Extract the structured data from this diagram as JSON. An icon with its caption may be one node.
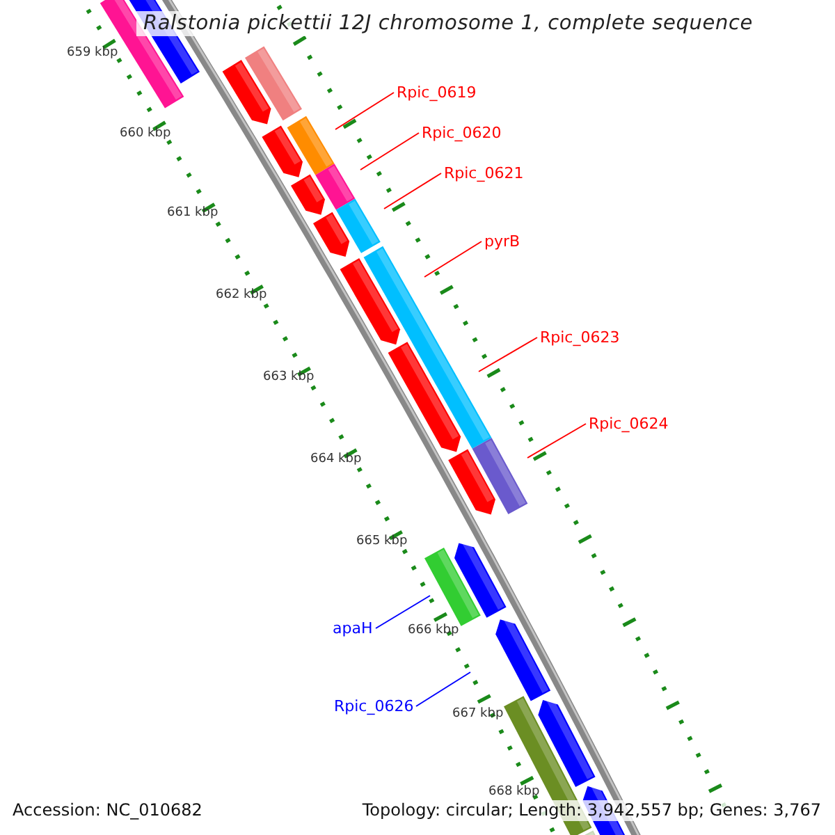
{
  "diagram": {
    "title": "Ralstonia pickettii 12J chromosome 1, complete sequence",
    "nodes": [
      {
        "text": [
          "Rpic_0619"
        ]
      },
      {
        "text": [
          "Rpic_0620"
        ]
      },
      {
        "text": [
          "Rpic_0621"
        ]
      },
      {
        "text": [
          "pyrB"
        ]
      },
      {
        "text": [
          "Rpic_0623"
        ]
      },
      {
        "text": [
          "Rpic_0624"
        ]
      },
      {
        "text": [
          "apaH"
        ]
      },
      {
        "text": [
          "Rpic_0626"
        ]
      }
    ],
    "edges": [
      {
        "from": 0,
        "to": null,
        "arrow": "none"
      },
      {
        "from": 1,
        "to": null,
        "arrow": "none"
      },
      {
        "from": 2,
        "to": null,
        "arrow": "none"
      },
      {
        "from": 3,
        "to": null,
        "arrow": "none"
      },
      {
        "from": 4,
        "to": null,
        "arrow": "none"
      },
      {
        "from": 5,
        "to": null,
        "arrow": "none"
      },
      {
        "from": 6,
        "to": null,
        "arrow": "none",
        "color": "#0000ff"
      },
      {
        "from": 7,
        "to": null,
        "arrow": "none",
        "color": "#0000ff"
      }
    ],
    "labels": [
      "659 kbp",
      "660 kbp",
      "661 kbp",
      "662 kbp",
      "663 kbp",
      "664 kbp",
      "665 kbp",
      "666 kbp",
      "667 kbp",
      "668 kbp",
      "Accession: NC_010682",
      "Topology: circular; Length: 3,942,557 bp; Genes: 3,767"
    ]
  }
}
